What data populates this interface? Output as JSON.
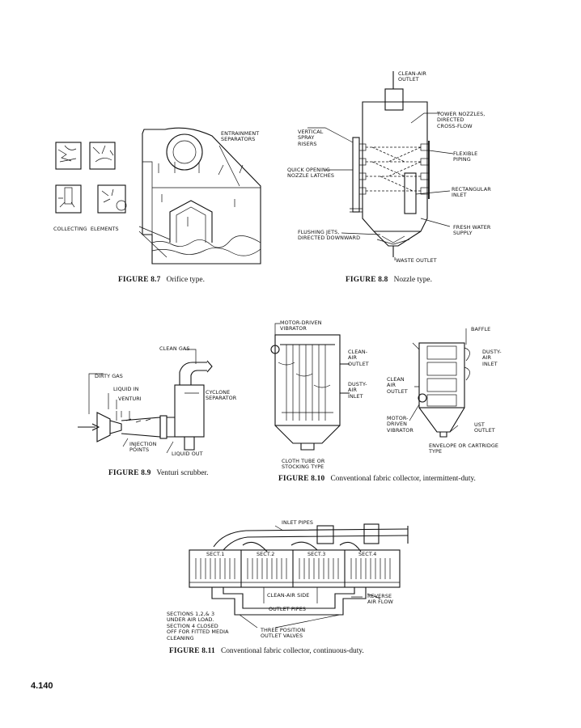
{
  "figures": {
    "fig_8_7": {
      "number": "FIGURE 8.7",
      "caption": "Orifice type.",
      "labels": {
        "entrainment": "ENTRAINMENT\nSEPARATORS",
        "collecting": "COLLECTING  ELEMENTS"
      }
    },
    "fig_8_8": {
      "number": "FIGURE 8.8",
      "caption": "Nozzle type.",
      "labels": {
        "clean_air": "CLEAN-AIR\nOUTLET",
        "tower_nozzles": "TOWER NOZZLES,\nDIRECTED\nCROSS-FLOW",
        "vertical_spray": "VERTICAL\nSPRAY\nRISERS",
        "flexible": "FLEXIBLE\nPIPING",
        "quick_opening": "QUICK OPENING\nNOZZLE LATCHES",
        "rectangular": "RECTANGULAR\nINLET",
        "fresh_water": "FRESH WATER\nSUPPLY",
        "flushing": "FLUSHING JETS,\nDIRECTED DOWNWARD",
        "waste": "WASTE OUTLET"
      }
    },
    "fig_8_9": {
      "number": "FIGURE 8.9",
      "caption": "Venturi scrubber.",
      "labels": {
        "clean_gas": "CLEAN GAS",
        "dirty_gas": "DIRTY GAS",
        "liquid_in": "LIQUID IN",
        "venturi": "VENTURI",
        "cyclone": "CYCLONE\nSEPARATOR",
        "injection": "INJECTION\nPOINTS",
        "liquid_out": "LIQUID OUT"
      }
    },
    "fig_8_10": {
      "number": "FIGURE 8.10",
      "caption": "Conventional fabric collector, intermittent-duty.",
      "labels": {
        "motor_vibrator": "MOTOR-DRIVEN\nVIBRATOR",
        "clean_air_outlet": "CLEAN-\nAIR\nOUTLET",
        "dusty_air_inlet": "DUSTY-\nAIR\nINLET",
        "cloth_tube": "CLOTH TUBE OR\nSTOCKING TYPE",
        "baffle": "BAFFLE",
        "dusty_air_inlet_2": "DUSTY-\nAIR\nINLET",
        "clean_air_outlet_2": "CLEAN\nAIR\nOUTLET",
        "motor_vibrator_2": "MOTOR-\nDRIVEN\nVIBRATOR",
        "dust_outlet": "UST\nOUTLET",
        "envelope": "ENVELOPE OR CARTRIDGE\nTYPE"
      }
    },
    "fig_8_11": {
      "number": "FIGURE 8.11",
      "caption": "Conventional fabric collector, continuous-duty.",
      "labels": {
        "inlet_pipes": "INLET PIPES",
        "sect1": "SECT.1",
        "sect2": "SECT.2",
        "sect3": "SECT.3",
        "sect4": "SECT.4",
        "clean_air_side": "CLEAN-AIR SIDE",
        "reverse": "REVERSE\nAIR FLOW",
        "outlet_pipes": "OUTLET PIPES",
        "sections": "SECTIONS 1,2,& 3\nUNDER AIR LOAD.\nSECTION 4 CLOSED\nOFF FOR FITTED MEDIA\nCLEANING",
        "three_position": "THREE POSITION\nOUTLET VALVES"
      }
    }
  },
  "page_number": "4.140"
}
